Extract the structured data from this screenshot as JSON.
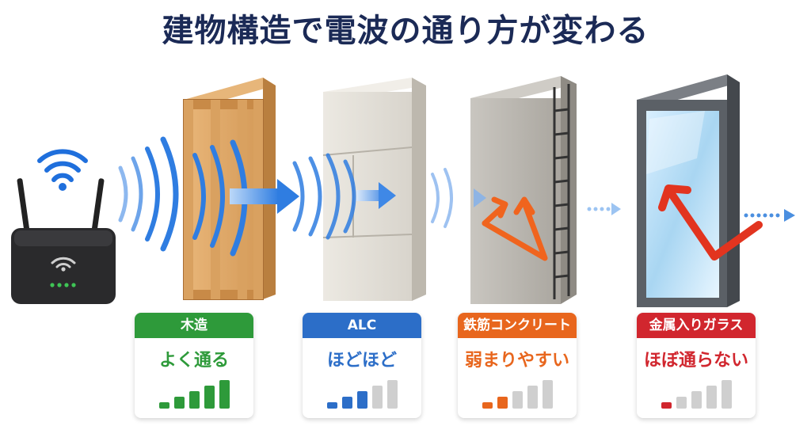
{
  "title": "建物構造で電波の通り方が変わる",
  "colors": {
    "wood": "#2e9a3a",
    "alc": "#2c6ec8",
    "concrete": "#e8661d",
    "glass": "#d1262e",
    "wave": "#2f7de1",
    "inactive_bar": "#cfcfcf"
  },
  "icons": [
    "wifi-icon",
    "router-icon",
    "signal-bars-icon",
    "arrow-right-icon",
    "reflect-arrow-icon"
  ],
  "cards": [
    {
      "header": "木造",
      "status": "よく通る",
      "signal_level": 5,
      "signal_max": 5
    },
    {
      "header": "ALC",
      "status": "ほどほど",
      "signal_level": 3,
      "signal_max": 5
    },
    {
      "header": "鉄筋コンクリート",
      "status": "弱まりやすい",
      "signal_level": 2,
      "signal_max": 5
    },
    {
      "header": "金属入りガラス",
      "status": "ほぼ通らない",
      "signal_level": 1,
      "signal_max": 5
    }
  ]
}
